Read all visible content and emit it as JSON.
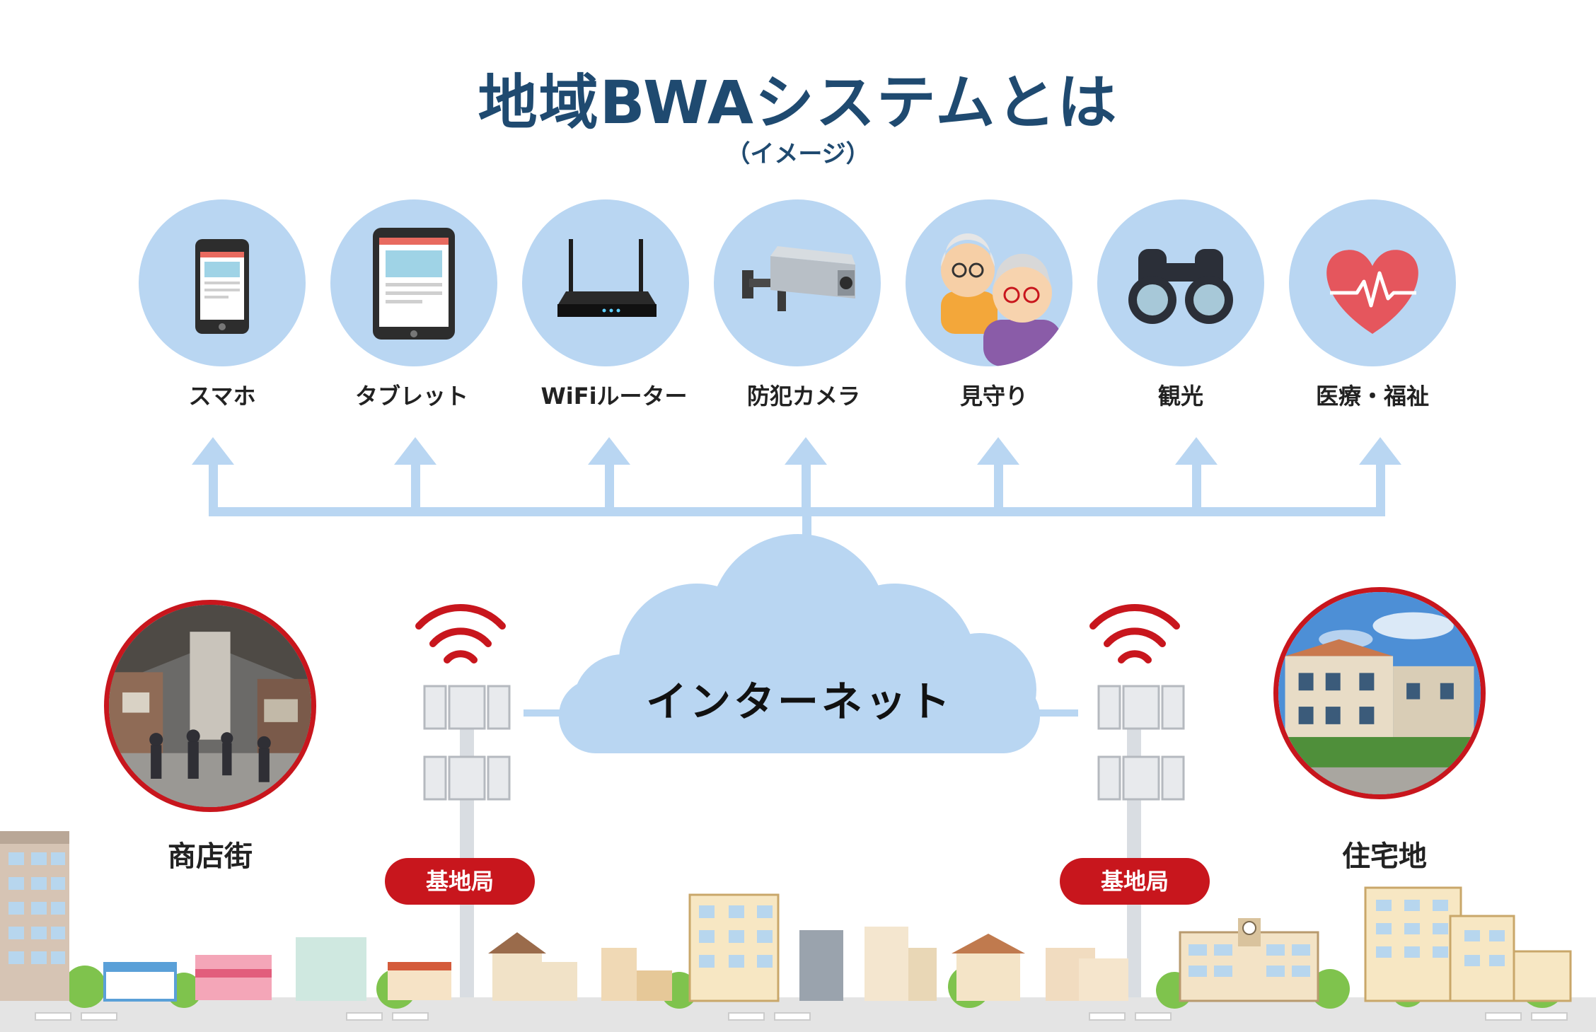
{
  "title": "地域BWAシステムとは",
  "subtitle": "（イメージ）",
  "devices": [
    {
      "label": "スマホ",
      "icon": "smartphone-icon"
    },
    {
      "label": "タブレット",
      "icon": "tablet-icon"
    },
    {
      "label": "WiFiルーター",
      "icon": "wifi-router-icon"
    },
    {
      "label": "防犯カメラ",
      "icon": "security-camera-icon"
    },
    {
      "label": "見守り",
      "icon": "elderly-couple-icon"
    },
    {
      "label": "観光",
      "icon": "binoculars-icon"
    },
    {
      "label": "医療・福祉",
      "icon": "heart-pulse-icon"
    }
  ],
  "network": {
    "label": "インターネット"
  },
  "base_stations": [
    {
      "label": "基地局"
    },
    {
      "label": "基地局"
    }
  ],
  "areas": [
    {
      "label": "商店街",
      "icon": "shopping-street-photo"
    },
    {
      "label": "住宅地",
      "icon": "residential-area-photo"
    }
  ],
  "colors": {
    "title": "#1f4a70",
    "connector": "#b9d6f2",
    "accent_red": "#c8161d",
    "circle_bg": "#b9d6f2"
  }
}
